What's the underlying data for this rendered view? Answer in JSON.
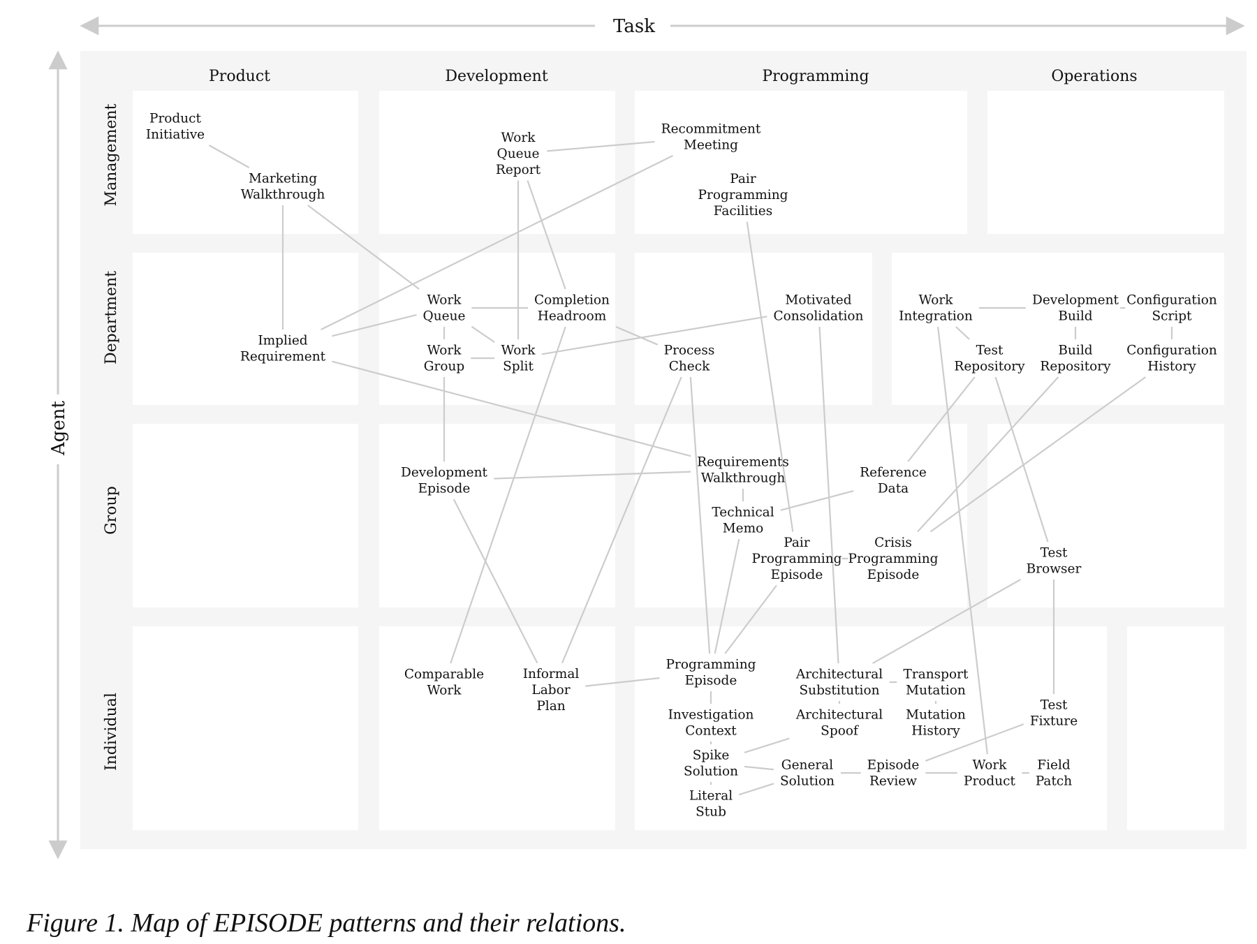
{
  "figure": {
    "caption_prefix": "Figure 1. Map of ",
    "caption_smallcaps": "EPISODE",
    "caption_suffix": " patterns and their relations."
  },
  "axes": {
    "horizontal": "Task",
    "vertical": "Agent"
  },
  "columns": [
    "Product",
    "Development",
    "Programming",
    "Operations"
  ],
  "rows": [
    "Management",
    "Department",
    "Group",
    "Individual"
  ],
  "colors": {
    "panel_bg": "#f5f5f5",
    "cell_bg": "#ffffff",
    "edge": "#cccccc",
    "arrow": "#cccccc"
  },
  "nodes": [
    {
      "id": "product-initiative",
      "lines": [
        "Product",
        "Initiative"
      ]
    },
    {
      "id": "marketing-walkthrough",
      "lines": [
        "Marketing",
        "Walkthrough"
      ]
    },
    {
      "id": "work-queue-report",
      "lines": [
        "Work",
        "Queue",
        "Report"
      ]
    },
    {
      "id": "recommitment-meeting",
      "lines": [
        "Recommitment",
        "Meeting"
      ]
    },
    {
      "id": "pair-programming-facilities",
      "lines": [
        "Pair",
        "Programming",
        "Facilities"
      ]
    },
    {
      "id": "implied-requirement",
      "lines": [
        "Implied",
        "Requirement"
      ]
    },
    {
      "id": "work-queue",
      "lines": [
        "Work",
        "Queue"
      ]
    },
    {
      "id": "completion-headroom",
      "lines": [
        "Completion",
        "Headroom"
      ]
    },
    {
      "id": "work-group",
      "lines": [
        "Work",
        "Group"
      ]
    },
    {
      "id": "work-split",
      "lines": [
        "Work",
        "Split"
      ]
    },
    {
      "id": "process-check",
      "lines": [
        "Process",
        "Check"
      ]
    },
    {
      "id": "motivated-consolidation",
      "lines": [
        "Motivated",
        "Consolidation"
      ]
    },
    {
      "id": "work-integration",
      "lines": [
        "Work",
        "Integration"
      ]
    },
    {
      "id": "development-build",
      "lines": [
        "Development",
        "Build"
      ]
    },
    {
      "id": "configuration-script",
      "lines": [
        "Configuration",
        "Script"
      ]
    },
    {
      "id": "test-repository",
      "lines": [
        "Test",
        "Repository"
      ]
    },
    {
      "id": "build-repository",
      "lines": [
        "Build",
        "Repository"
      ]
    },
    {
      "id": "configuration-history",
      "lines": [
        "Configuration",
        "History"
      ]
    },
    {
      "id": "development-episode",
      "lines": [
        "Development",
        "Episode"
      ]
    },
    {
      "id": "requirements-walkthrough",
      "lines": [
        "Requirements",
        "Walkthrough"
      ]
    },
    {
      "id": "reference-data",
      "lines": [
        "Reference",
        "Data"
      ]
    },
    {
      "id": "technical-memo",
      "lines": [
        "Technical",
        "Memo"
      ]
    },
    {
      "id": "pair-programming-episode",
      "lines": [
        "Pair",
        "Programming",
        "Episode"
      ]
    },
    {
      "id": "crisis-programming-episode",
      "lines": [
        "Crisis",
        "Programming",
        "Episode"
      ]
    },
    {
      "id": "test-browser",
      "lines": [
        "Test",
        "Browser"
      ]
    },
    {
      "id": "comparable-work",
      "lines": [
        "Comparable",
        "Work"
      ]
    },
    {
      "id": "informal-labor-plan",
      "lines": [
        "Informal",
        "Labor",
        "Plan"
      ]
    },
    {
      "id": "programming-episode",
      "lines": [
        "Programming",
        "Episode"
      ]
    },
    {
      "id": "architectural-substitution",
      "lines": [
        "Architectural",
        "Substitution"
      ]
    },
    {
      "id": "transport-mutation",
      "lines": [
        "Transport",
        "Mutation"
      ]
    },
    {
      "id": "investigation-context",
      "lines": [
        "Investigation",
        "Context"
      ]
    },
    {
      "id": "architectural-spoof",
      "lines": [
        "Architectural",
        "Spoof"
      ]
    },
    {
      "id": "mutation-history",
      "lines": [
        "Mutation",
        "History"
      ]
    },
    {
      "id": "test-fixture",
      "lines": [
        "Test",
        "Fixture"
      ]
    },
    {
      "id": "spike-solution",
      "lines": [
        "Spike",
        "Solution"
      ]
    },
    {
      "id": "general-solution",
      "lines": [
        "General",
        "Solution"
      ]
    },
    {
      "id": "episode-review",
      "lines": [
        "Episode",
        "Review"
      ]
    },
    {
      "id": "work-product",
      "lines": [
        "Work",
        "Product"
      ]
    },
    {
      "id": "field-patch",
      "lines": [
        "Field",
        "Patch"
      ]
    },
    {
      "id": "literal-stub",
      "lines": [
        "Literal",
        "Stub"
      ]
    }
  ],
  "edges": [
    [
      "product-initiative",
      "marketing-walkthrough"
    ],
    [
      "marketing-walkthrough",
      "implied-requirement"
    ],
    [
      "marketing-walkthrough",
      "work-queue"
    ],
    [
      "work-queue-report",
      "recommitment-meeting"
    ],
    [
      "recommitment-meeting",
      "implied-requirement"
    ],
    [
      "work-queue-report",
      "work-split"
    ],
    [
      "work-queue-report",
      "completion-headroom"
    ],
    [
      "implied-requirement",
      "work-queue"
    ],
    [
      "implied-requirement",
      "requirements-walkthrough"
    ],
    [
      "work-queue",
      "completion-headroom"
    ],
    [
      "work-queue",
      "work-group"
    ],
    [
      "work-queue",
      "work-split"
    ],
    [
      "work-group",
      "work-split"
    ],
    [
      "work-group",
      "development-episode"
    ],
    [
      "work-split",
      "motivated-consolidation"
    ],
    [
      "completion-headroom",
      "process-check"
    ],
    [
      "completion-headroom",
      "comparable-work"
    ],
    [
      "process-check",
      "informal-labor-plan"
    ],
    [
      "process-check",
      "programming-episode"
    ],
    [
      "pair-programming-facilities",
      "pair-programming-episode"
    ],
    [
      "motivated-consolidation",
      "architectural-substitution"
    ],
    [
      "work-integration",
      "development-build"
    ],
    [
      "development-build",
      "configuration-script"
    ],
    [
      "development-build",
      "build-repository"
    ],
    [
      "configuration-script",
      "configuration-history"
    ],
    [
      "work-integration",
      "test-repository"
    ],
    [
      "work-integration",
      "work-product"
    ],
    [
      "test-repository",
      "reference-data"
    ],
    [
      "test-repository",
      "test-browser"
    ],
    [
      "build-repository",
      "crisis-programming-episode"
    ],
    [
      "configuration-history",
      "crisis-programming-episode"
    ],
    [
      "development-episode",
      "requirements-walkthrough"
    ],
    [
      "development-episode",
      "informal-labor-plan"
    ],
    [
      "requirements-walkthrough",
      "technical-memo"
    ],
    [
      "technical-memo",
      "reference-data"
    ],
    [
      "technical-memo",
      "programming-episode"
    ],
    [
      "pair-programming-episode",
      "crisis-programming-episode"
    ],
    [
      "pair-programming-episode",
      "programming-episode"
    ],
    [
      "test-browser",
      "architectural-substitution"
    ],
    [
      "test-browser",
      "test-fixture"
    ],
    [
      "informal-labor-plan",
      "programming-episode"
    ],
    [
      "programming-episode",
      "investigation-context"
    ],
    [
      "architectural-substitution",
      "transport-mutation"
    ],
    [
      "architectural-substitution",
      "architectural-spoof"
    ],
    [
      "transport-mutation",
      "mutation-history"
    ],
    [
      "investigation-context",
      "spike-solution"
    ],
    [
      "spike-solution",
      "general-solution"
    ],
    [
      "spike-solution",
      "literal-stub"
    ],
    [
      "architectural-spoof",
      "spike-solution"
    ],
    [
      "general-solution",
      "literal-stub"
    ],
    [
      "general-solution",
      "episode-review"
    ],
    [
      "episode-review",
      "work-product"
    ],
    [
      "work-product",
      "field-patch"
    ],
    [
      "test-fixture",
      "episode-review"
    ]
  ]
}
